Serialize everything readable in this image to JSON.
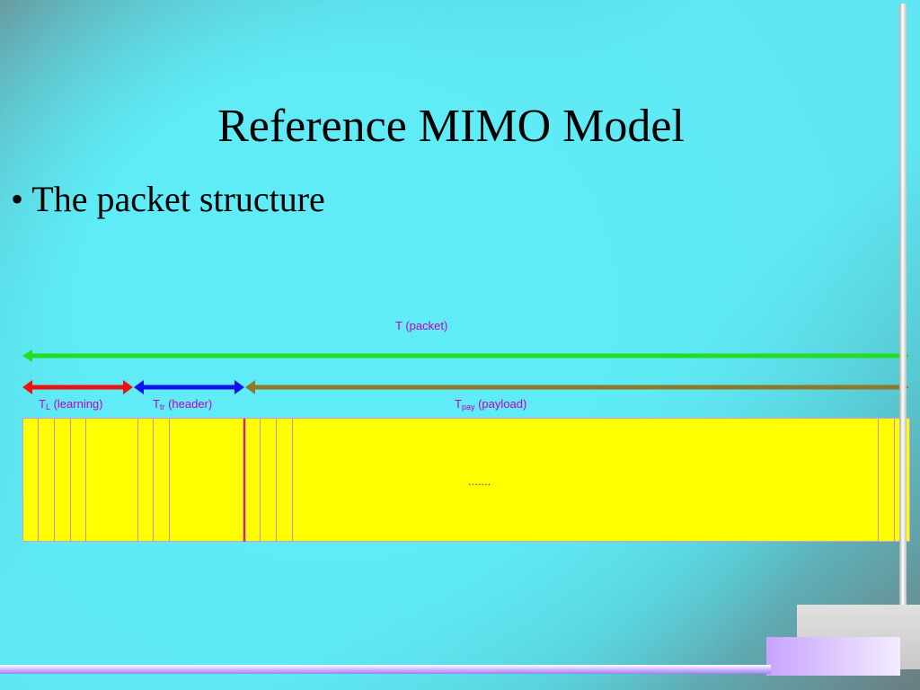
{
  "slide": {
    "title": "Reference MIMO Model",
    "bullet": "• The packet structure"
  },
  "diagram": {
    "packet_label": "T (packet)",
    "learning": {
      "symbol": "T",
      "sub": "L",
      "text": " (learning)"
    },
    "header": {
      "symbol": "T",
      "sub": "tr",
      "text": " (header)"
    },
    "payload": {
      "symbol": "T",
      "sub": "pay",
      "text": " (payload)"
    },
    "payload_dots": ".......",
    "colors": {
      "packet_arrow": "#22dd22",
      "learning_arrow": "#ee1111",
      "header_arrow": "#1111ee",
      "payload_arrow": "#8c7a2a",
      "packet_box": "#ffff00",
      "divider": "#e080d0",
      "label": "#c000c0"
    }
  }
}
